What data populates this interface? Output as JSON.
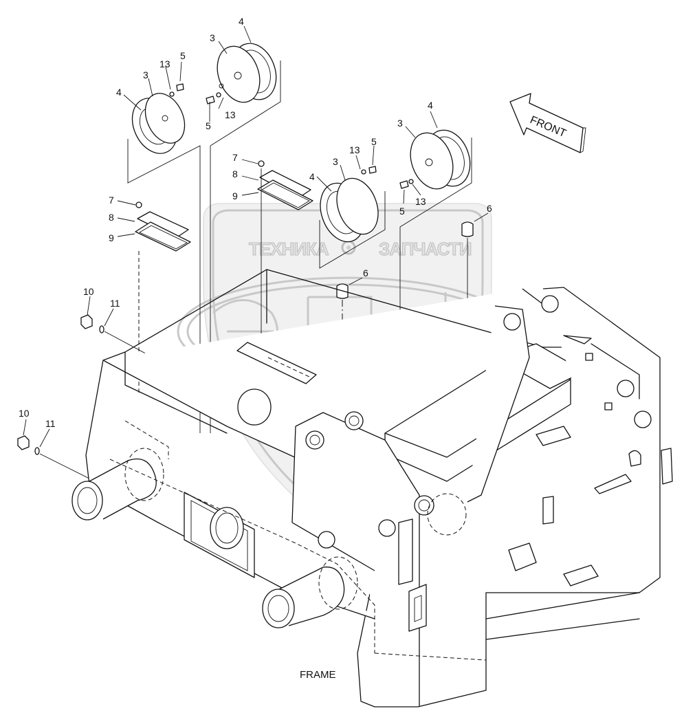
{
  "diagram": {
    "caption": "FRAME",
    "direction_label": "FRONT",
    "watermark": {
      "line1_left": "ТЕХНИКА",
      "line1_right": "ЗАПЧАСТИ",
      "emblem": "ЭПФ"
    },
    "callouts": {
      "c4_top_center": "4",
      "c3_top_center": "3",
      "c13_top_center": "13",
      "c5_top_center": "5",
      "c5_top_left": "5",
      "c13_top_left": "13",
      "c3_top_left": "3",
      "c4_top_left": "4",
      "c7_mid": "7",
      "c8_mid": "8",
      "c9_mid": "9",
      "c7_left": "7",
      "c8_left": "8",
      "c9_left": "9",
      "c4_right": "4",
      "c3_right": "3",
      "c13_right": "13",
      "c5_right_top": "5",
      "c3_center": "3",
      "c4_center": "4",
      "c5_right_bot": "5",
      "c13_right_bot": "13",
      "c6_right": "6",
      "c6_center": "6",
      "c10_upper": "10",
      "c11_upper": "11",
      "c10_lower": "10",
      "c11_lower": "11"
    }
  }
}
